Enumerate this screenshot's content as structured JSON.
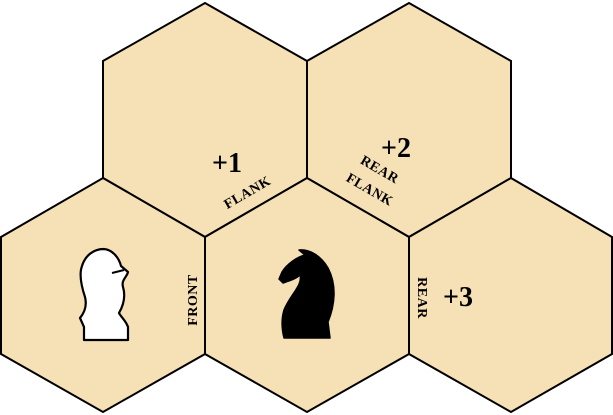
{
  "diagram": {
    "colors": {
      "hex_fill": "#f6e0b5",
      "hex_stroke": "#000000",
      "text": "#000000"
    },
    "hexes": [
      {
        "name": "hex-top-left"
      },
      {
        "name": "hex-top-right"
      },
      {
        "name": "hex-left"
      },
      {
        "name": "hex-center"
      },
      {
        "name": "hex-right"
      }
    ],
    "pieces": {
      "attacker": {
        "icon": "white-knight-icon",
        "color": "#ffffff"
      },
      "defender": {
        "icon": "black-knight-icon",
        "color": "#000000"
      }
    },
    "labels": {
      "flank_bonus": "+1",
      "flank": "FLANK",
      "rear_flank_bonus": "+2",
      "rear": "REAR",
      "rear_flank_second": "FLANK",
      "front": "FRONT",
      "rear_side": "REAR",
      "rear_bonus": "+3"
    }
  }
}
